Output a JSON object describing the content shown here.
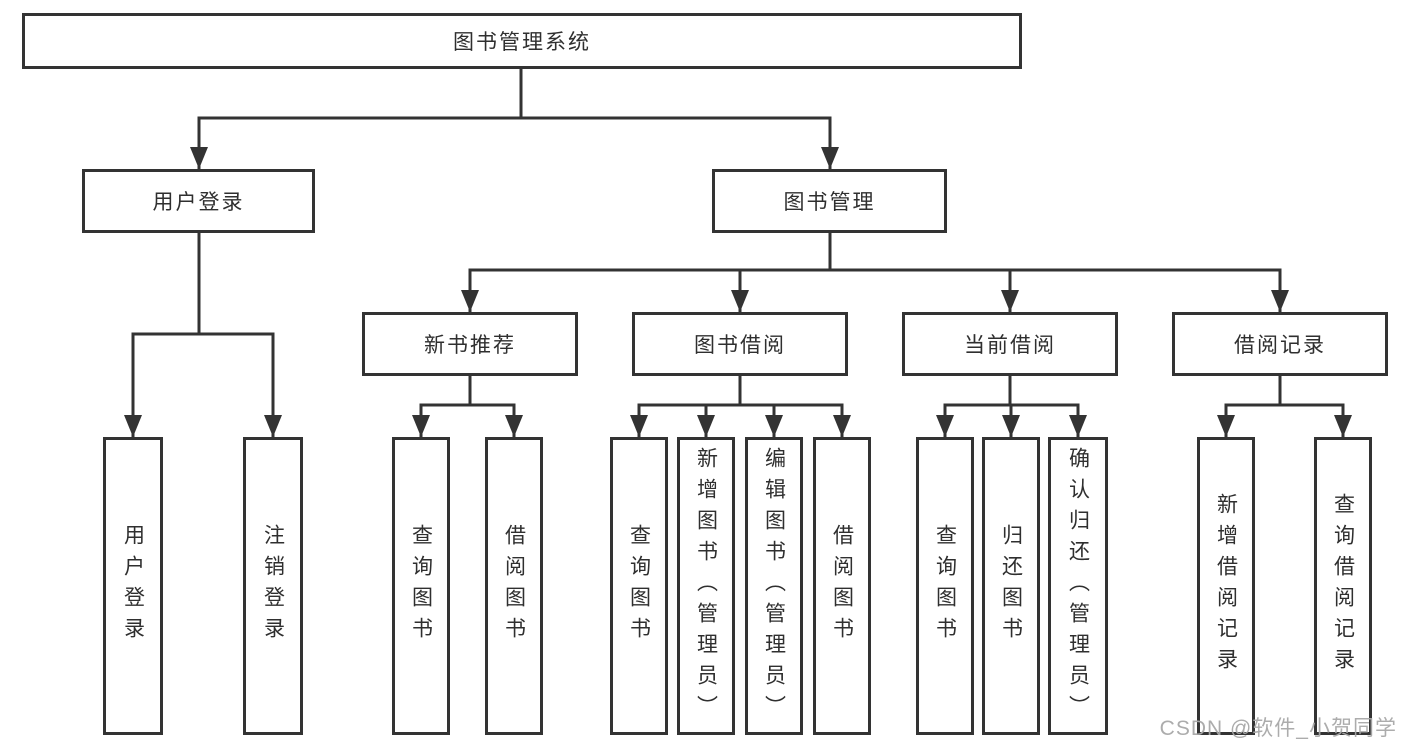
{
  "diagram": {
    "root": {
      "label": "图书管理系统"
    },
    "level2": [
      {
        "label": "用户登录"
      },
      {
        "label": "图书管理"
      }
    ],
    "level3": [
      {
        "label": "新书推荐"
      },
      {
        "label": "图书借阅"
      },
      {
        "label": "当前借阅"
      },
      {
        "label": "借阅记录"
      }
    ],
    "leaves": {
      "user_login": [
        "用户登录",
        "注销登录"
      ],
      "new_book": [
        "查询图书",
        "借阅图书"
      ],
      "book_borrow": [
        "查询图书",
        "新增图书（管理员）",
        "编辑图书（管理员）",
        "借阅图书"
      ],
      "current_borrow": [
        "查询图书",
        "归还图书",
        "确认归还（管理员）"
      ],
      "borrow_records": [
        "新增借阅记录",
        "查询借阅记录"
      ]
    }
  },
  "watermark": "CSDN @软件_小贺同学",
  "colors": {
    "line": "#333333",
    "text": "#2f2f2f",
    "watermark": "#a8a8a8",
    "background": "#ffffff"
  }
}
